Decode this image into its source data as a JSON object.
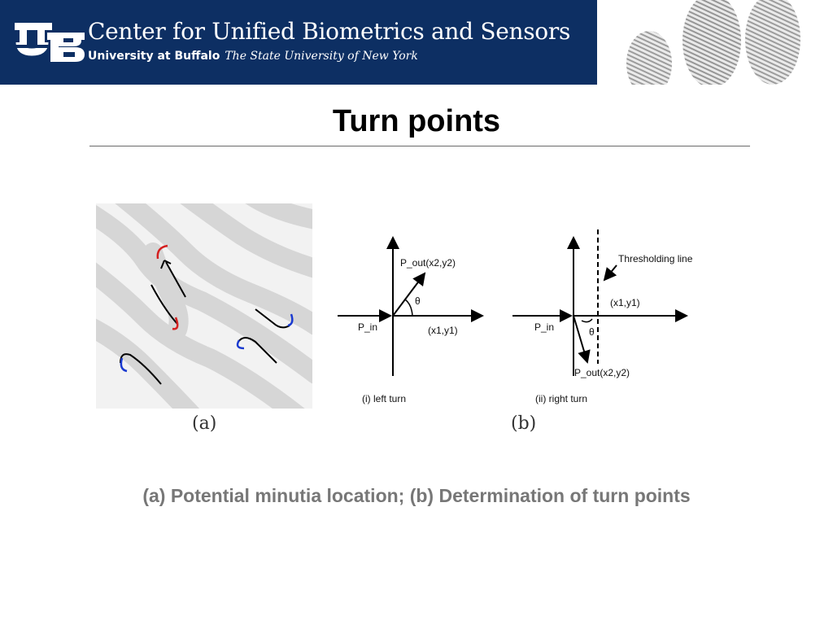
{
  "header": {
    "center_name": "Center for Unified Biometrics and Sensors",
    "university": "University at Buffalo",
    "suny": "The State University of New York",
    "colors": {
      "banner": "#0d2f63",
      "text": "#ffffff"
    }
  },
  "slide": {
    "title": "Turn points",
    "caption": "(a) Potential minutia location; (b) Determination of turn points"
  },
  "figure": {
    "label_a": "(a)",
    "label_b": "(b)",
    "left_turn": {
      "p_out": "P_out(x2,y2)",
      "theta": "θ",
      "p_in": "P_in",
      "x1y1": "(x1,y1)",
      "caption": "(i) left turn"
    },
    "right_turn": {
      "threshold": "Thresholding line",
      "x1y1": "(x1,y1)",
      "p_in": "P_in",
      "theta": "θ",
      "p_out": "P_out(x2,y2)",
      "caption": "(ii) right turn"
    },
    "colors": {
      "red_marker": "#d42020",
      "blue_marker": "#1a3ad0",
      "ridge": "#d6d6d6"
    }
  }
}
